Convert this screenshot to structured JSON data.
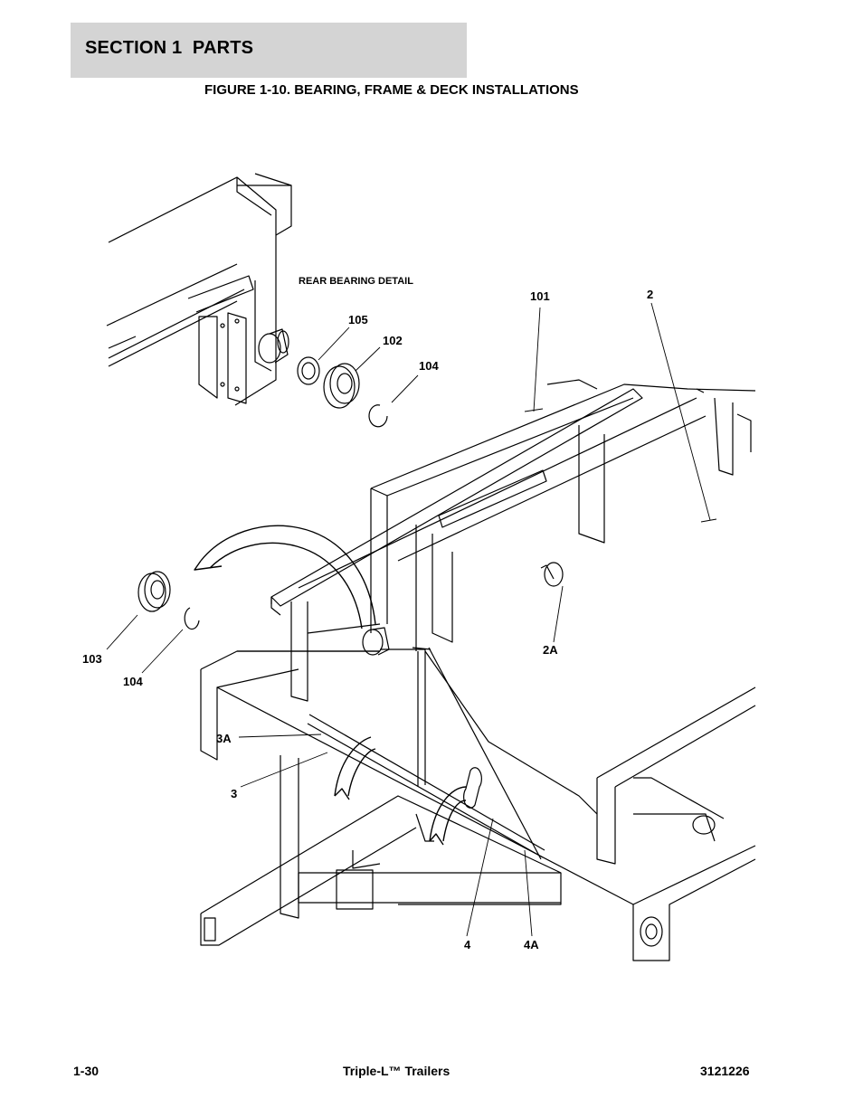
{
  "header": {
    "section_title": "SECTION 1  PARTS",
    "figure_title": "FIGURE 1-10. BEARING, FRAME & DECK INSTALLATIONS"
  },
  "drawing": {
    "detail_label": "REAR BEARING DETAIL",
    "callouts": {
      "c101": "101",
      "c2": "2",
      "c105": "105",
      "c102": "102",
      "c104a": "104",
      "c103": "103",
      "c104b": "104",
      "c2A": "2A",
      "c3A": "3A",
      "c3": "3",
      "c4": "4",
      "c4A": "4A"
    }
  },
  "footer": {
    "page_number": "1-30",
    "product": "Triple-L™ Trailers",
    "doc_number": "3121226"
  }
}
